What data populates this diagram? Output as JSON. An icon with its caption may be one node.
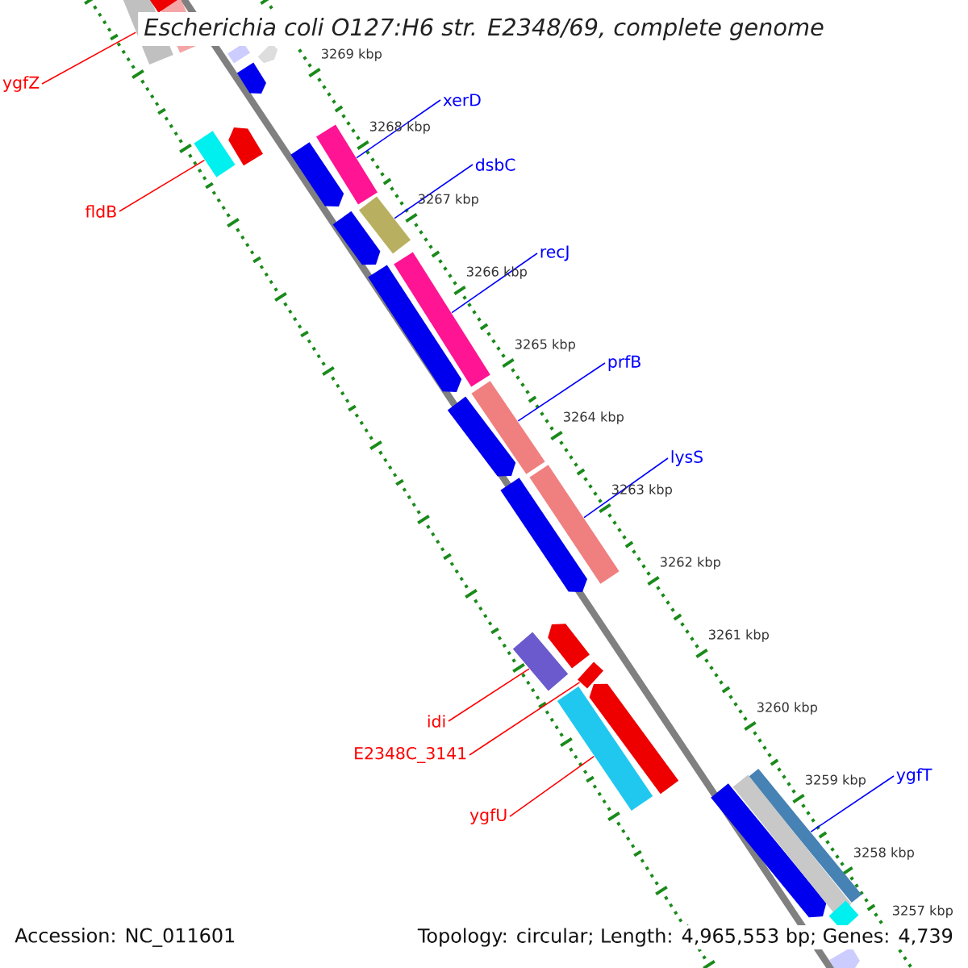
{
  "diagram": {
    "title": "Escherichia coli O127:H6 str. E2348/69, complete genome",
    "nodes": [
      {
        "text": [
          "ygfZ"
        ]
      },
      {
        "text": [],
        "shape": "bar"
      },
      {
        "text": [
          "fldB"
        ]
      },
      {
        "text": [],
        "shape": "bar"
      },
      {
        "text": [
          "xerD"
        ]
      },
      {
        "text": [],
        "shape": "bar"
      },
      {
        "text": [
          "dsbC"
        ]
      },
      {
        "text": [],
        "shape": "bar"
      },
      {
        "text": [
          "recJ"
        ]
      },
      {
        "text": [],
        "shape": "bar"
      },
      {
        "text": [
          "prfB"
        ]
      },
      {
        "text": [],
        "shape": "bar"
      },
      {
        "text": [
          "lysS"
        ]
      },
      {
        "text": [],
        "shape": "bar"
      },
      {
        "text": [
          "idi"
        ]
      },
      {
        "text": [],
        "shape": "bar"
      },
      {
        "text": [
          "E2348C_3141"
        ]
      },
      {
        "text": [],
        "shape": "bar"
      },
      {
        "text": [
          "ygfU"
        ]
      },
      {
        "text": [],
        "shape": "bar"
      },
      {
        "text": [
          "ygfT"
        ]
      },
      {
        "text": [],
        "shape": "bar"
      },
      {
        "text": [],
        "shape": "bar"
      },
      {
        "text": [],
        "shape": "bar"
      },
      {
        "text": [],
        "shape": "bar"
      },
      {
        "text": [],
        "shape": "bar"
      },
      {
        "text": [],
        "shape": "bar"
      },
      {
        "text": [],
        "shape": "bar"
      },
      {
        "text": [],
        "shape": "bar"
      },
      {
        "text": [],
        "shape": "bar"
      },
      {
        "text": [],
        "shape": "bar"
      },
      {
        "text": [],
        "shape": "bar"
      },
      {
        "text": [],
        "shape": "bar"
      },
      {
        "text": [],
        "shape": "bar"
      },
      {
        "text": [],
        "shape": "bar"
      },
      {
        "text": [],
        "shape": "bar"
      },
      {
        "text": [],
        "shape": "bar"
      },
      {
        "text": [],
        "shape": "bar"
      },
      {
        "text": [],
        "shape": "bar"
      }
    ],
    "edges": [
      {
        "from": 0,
        "to": 1,
        "arrow": "none",
        "color": "#ff0000"
      },
      {
        "from": 2,
        "to": 3,
        "arrow": "none",
        "color": "#ff0000"
      },
      {
        "from": 4,
        "to": 5,
        "arrow": "none"
      },
      {
        "from": 6,
        "to": 7,
        "arrow": "none"
      },
      {
        "from": 8,
        "to": 9,
        "arrow": "none"
      },
      {
        "from": 10,
        "to": 11,
        "arrow": "none"
      },
      {
        "from": 12,
        "to": 13,
        "arrow": "none"
      },
      {
        "from": 14,
        "to": 15,
        "arrow": "none",
        "color": "#ff0000"
      },
      {
        "from": 16,
        "to": 17,
        "arrow": "none",
        "color": "#ff0000"
      },
      {
        "from": 18,
        "to": 19,
        "arrow": "none",
        "color": "#ff0000"
      },
      {
        "from": 20,
        "to": 21,
        "arrow": "none"
      }
    ],
    "labels": [
      "3269 kbp",
      "3268 kbp",
      "3267 kbp",
      "3266 kbp",
      "3265 kbp",
      "3264 kbp",
      "3263 kbp",
      "3262 kbp",
      "3261 kbp",
      "3260 kbp",
      "3259 kbp",
      "3258 kbp",
      "3257 kbp",
      "Accession: NC_011601",
      "Topology: circular; Length: 4,965,553 bp; Genes: 4,739"
    ]
  }
}
